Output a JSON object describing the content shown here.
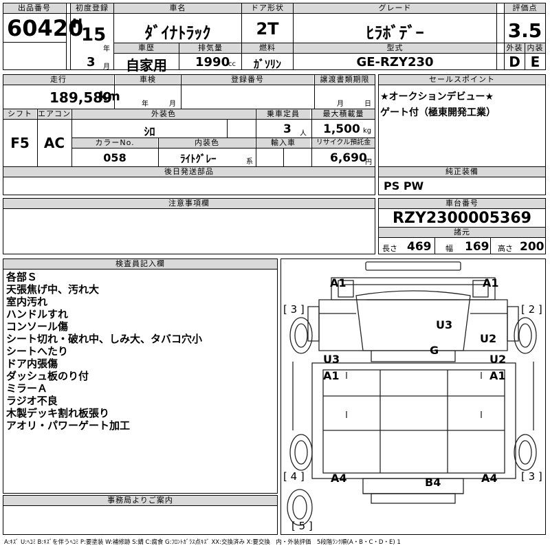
{
  "top": {
    "labels": {
      "lot_no": "出品番号",
      "first_reg": "初度登録",
      "car_name": "車名",
      "door": "ドア形状",
      "grade": "グレード",
      "score": "評価点",
      "history": "車歴",
      "displacement": "排気量",
      "fuel": "燃料",
      "model_code": "型式",
      "exterior": "外装",
      "interior": "内装",
      "year_unit": "年",
      "month_unit": "月",
      "cc_unit": "cc"
    },
    "lot_no": "60420",
    "era": "H",
    "year": "15",
    "month": "3",
    "car_name": "ﾀﾞｲﾅﾄﾗｯｸ",
    "door": "2T",
    "grade": "ﾋﾗﾎﾞﾃﾞｰ",
    "score": "3.5",
    "history": "自家用",
    "displacement": "1990",
    "fuel": "ｶﾞｿﾘﾝ",
    "model_code": "GE-RZY230",
    "exterior_grade": "D",
    "interior_grade": "E"
  },
  "mid": {
    "labels": {
      "mileage": "走行",
      "inspection": "車検",
      "plate": "登録番号",
      "transfer": "譲渡書類期限",
      "shift": "シフト",
      "ac": "エアコン",
      "color": "外装色",
      "capacity": "乗車定員",
      "load": "最大積載量",
      "color_no": "カラーNo.",
      "interior_color": "内装色",
      "import": "輸入車",
      "recycle": "リサイクル預託金",
      "later_parts": "後日発送部品",
      "sales_point": "セールスポイント",
      "equipment": "純正装備",
      "year_unit": "年",
      "month_unit": "月",
      "day_unit": "日",
      "person_unit": "人",
      "kg_unit": "kg",
      "yen_unit": "円",
      "kei_unit": "系",
      "km_unit": "km"
    },
    "mileage": "189,589",
    "shift": "F5",
    "ac": "AC",
    "color": "ｼﾛ",
    "capacity": "3",
    "load": "1,500",
    "color_no": "058",
    "interior_color": "ﾗｲﾄｸﾞﾚｰ",
    "recycle": "6,690",
    "sales_points": [
      "★オークションデビュー★",
      "ゲート付（極東開発工業）"
    ],
    "equipment": "PS PW"
  },
  "notice": {
    "label": "注意事項欄"
  },
  "chassis": {
    "label": "車台番号",
    "number": "RZY2300005369",
    "dims_label": "諸元",
    "length_label": "長さ",
    "length": "469",
    "width_label": "幅",
    "width": "169",
    "height_label": "高さ",
    "height": "200"
  },
  "inspector": {
    "label": "検査員記入欄",
    "notes": [
      "各部Ｓ",
      "天張焦げ中、汚れ大",
      "室内汚れ",
      "ハンドルすれ",
      "コンソール傷",
      "シート切れ・破れ中、しみ大、タバコ穴小",
      "シートへたり",
      "ドア内張傷",
      "ダッシュ板のり付",
      "ミラーＡ",
      "ラジオ不良",
      "木製デッキ割れ板張り",
      "アオリ・パワーゲート加工"
    ]
  },
  "office": {
    "label": "事務局よりご案内"
  },
  "diagram": {
    "marks": {
      "front_left": "A1",
      "front_right": "A1",
      "cab_top": "U3",
      "cab_right": "U2",
      "center": "G",
      "left_side": "U3",
      "left_side2": "A1",
      "right_side": "U2",
      "right_side2": "A1",
      "rear_left": "A4",
      "rear_right": "A4",
      "rear_center": "B4"
    },
    "sections": {
      "left_front": "[ 3 ]",
      "right_front": "[ 2 ]",
      "left_rear": "[ 4 ]",
      "right_rear": "[ 3 ]",
      "bottom": "[ 5 ]"
    }
  },
  "legend": "A:ｷｽﾞ U:ﾍｺﾐ B:ｷｽﾞを伴うﾍｺﾐ P:要塗装 W:補修跡 S:錆 C:腐食 G:ﾌﾛﾝﾄｶﾞﾗｽ点ｷｽﾞ XX:交換済み X:要交換　内・外装評価　5段階ﾗﾝｸ順(A・B・C・D・E) 1"
}
